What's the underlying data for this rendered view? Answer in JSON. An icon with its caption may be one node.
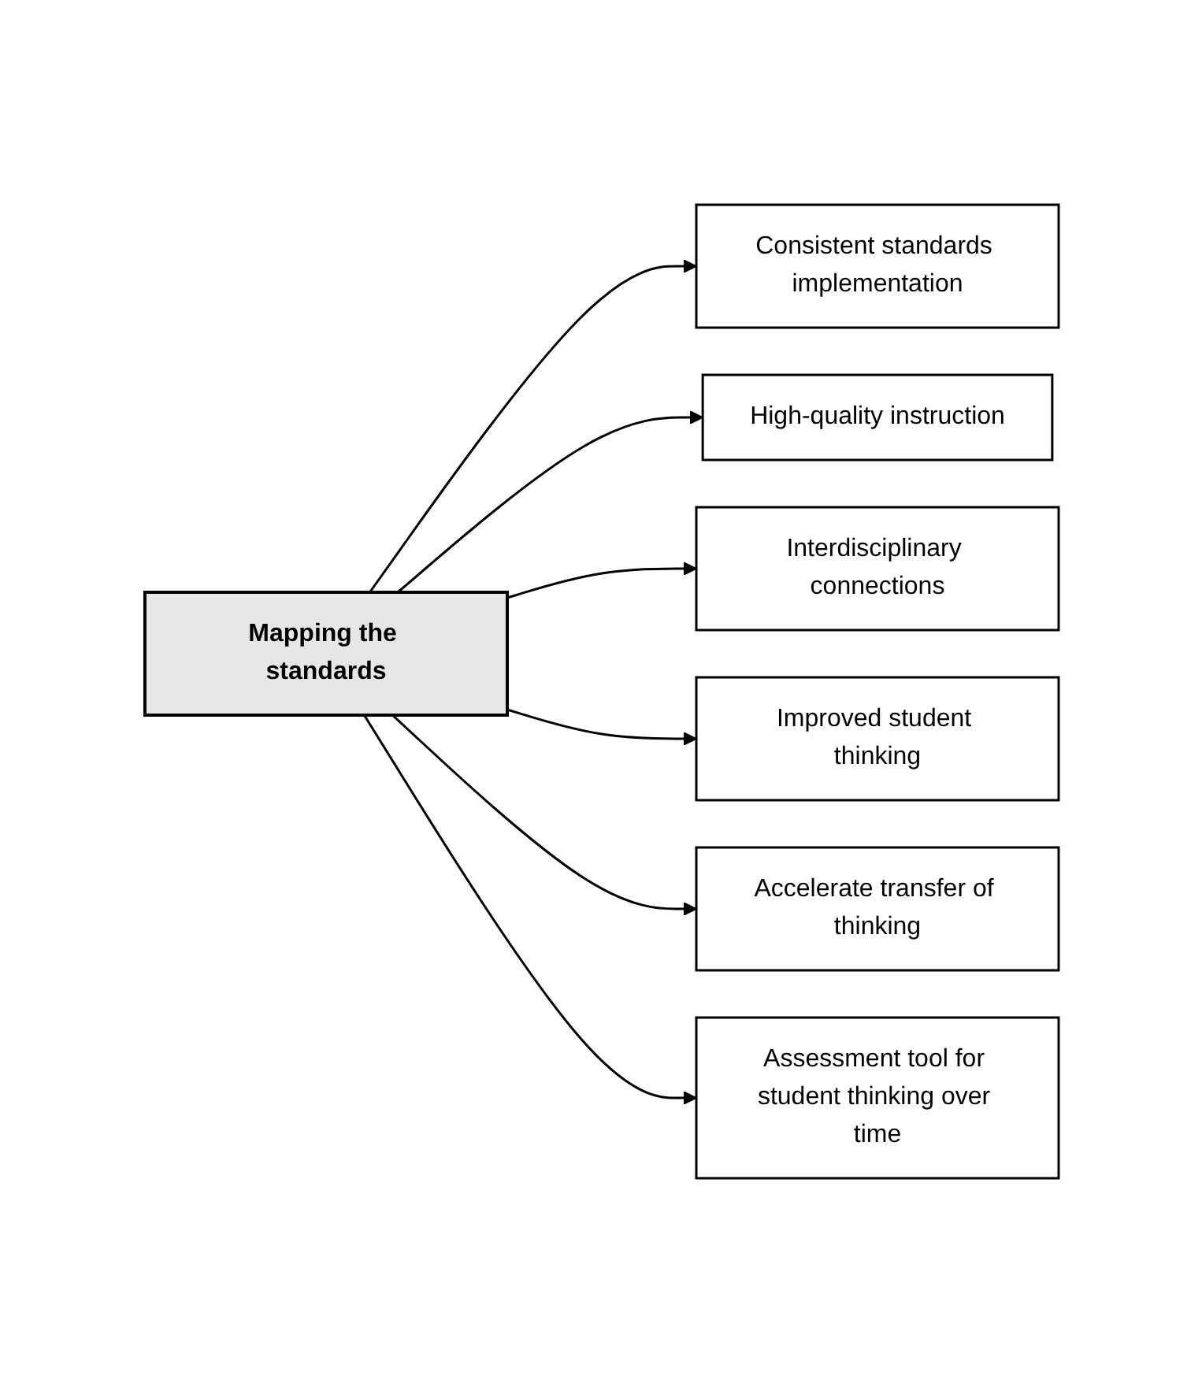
{
  "diagram": {
    "nodes": [
      {
        "text": [
          "Mapping the standards"
        ]
      },
      {
        "text": [
          "Consistent standards implementation"
        ]
      },
      {
        "text": [
          "High-quality instruction"
        ]
      },
      {
        "text": [
          "Interdisciplinary connections"
        ]
      },
      {
        "text": [
          "Improved student thinking"
        ]
      },
      {
        "text": [
          "Accelerate transfer of thinking"
        ]
      },
      {
        "text": [
          "Assessment tool for student thinking over time"
        ]
      }
    ],
    "edges": [
      {
        "from": 0,
        "to": 1,
        "arrow": "to"
      },
      {
        "from": 0,
        "to": 2,
        "arrow": "to"
      },
      {
        "from": 0,
        "to": 3,
        "arrow": "to"
      },
      {
        "from": 0,
        "to": 4,
        "arrow": "to"
      },
      {
        "from": 0,
        "to": 5,
        "arrow": "to"
      },
      {
        "from": 0,
        "to": 6,
        "arrow": "to"
      }
    ]
  }
}
